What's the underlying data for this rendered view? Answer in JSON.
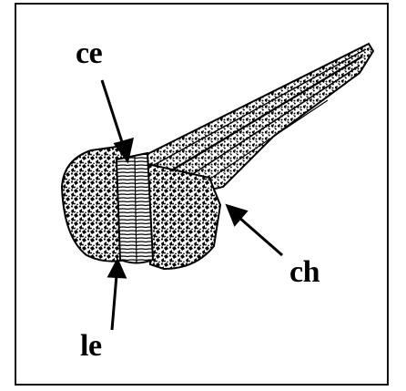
{
  "figure": {
    "labels": {
      "ce": "ce",
      "ch": "ch",
      "le": "le"
    }
  },
  "colors": {
    "ink": "#000000",
    "paper": "#ffffff"
  }
}
